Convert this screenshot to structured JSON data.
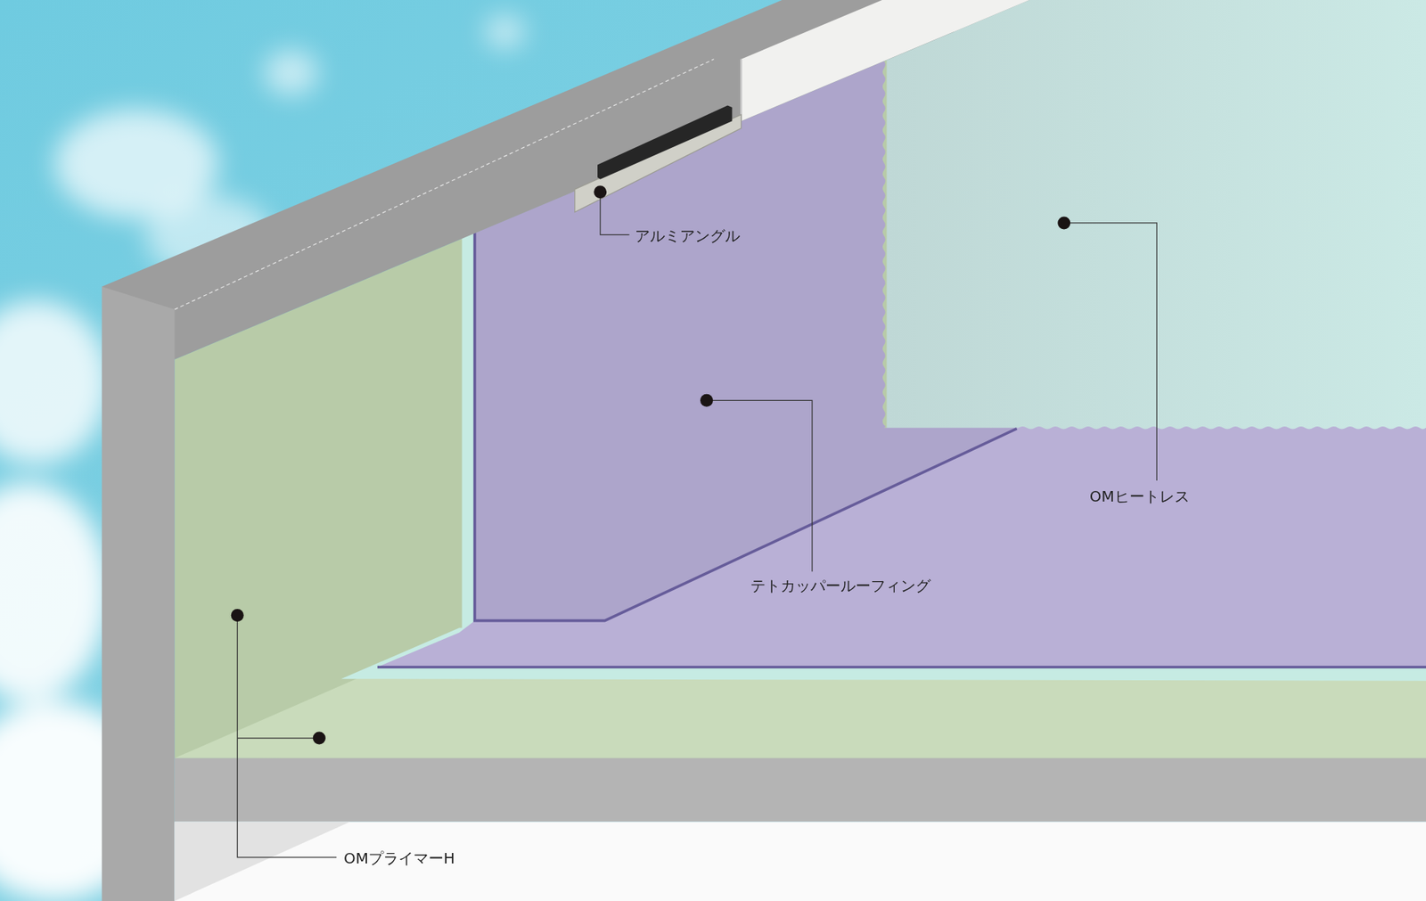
{
  "diagram": {
    "labels": [
      "アルミアングル",
      "OMヒートレス",
      "テトカッパールーフィング",
      "OMプライマーH"
    ]
  }
}
